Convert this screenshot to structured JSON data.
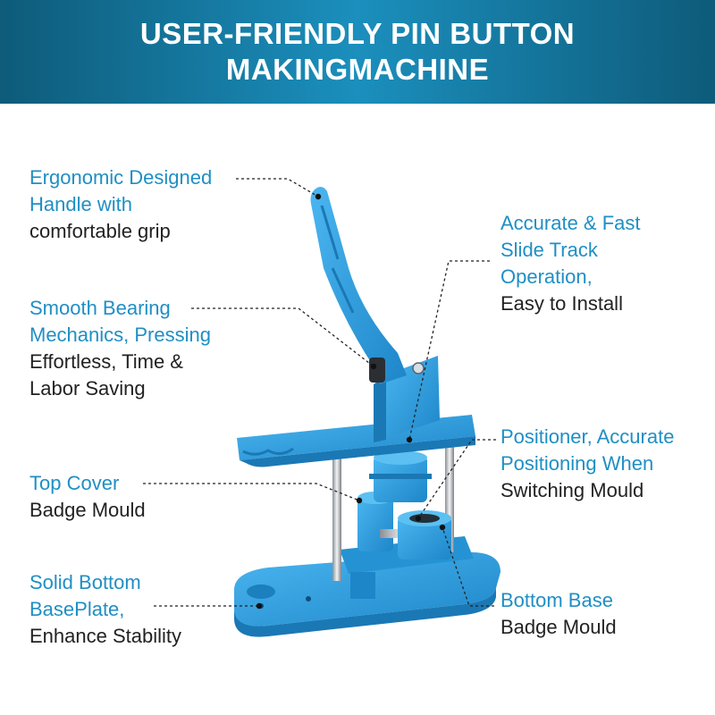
{
  "banner": {
    "line1": "USER-FRIENDLY PIN BUTTON",
    "line2": "MAKINGMACHINE"
  },
  "callouts": {
    "handle": {
      "lines_highlight": [
        "Ergonomic Designed",
        "Handle with"
      ],
      "lines_dark": [
        "comfortable grip"
      ]
    },
    "bearing": {
      "lines_highlight": [
        "Smooth Bearing",
        "Mechanics, Pressing"
      ],
      "lines_dark": [
        "Effortless, Time &",
        "Labor Saving"
      ]
    },
    "top_cover": {
      "lines_highlight": [
        "Top Cover"
      ],
      "lines_dark": [
        "Badge Mould"
      ]
    },
    "base_plate": {
      "lines_highlight": [
        "Solid Bottom",
        "BasePlate,"
      ],
      "lines_dark": [
        "Enhance Stability"
      ]
    },
    "slide_track": {
      "lines_highlight": [
        "Accurate & Fast",
        "Slide Track",
        "Operation,"
      ],
      "lines_dark": [
        "Easy to Install"
      ]
    },
    "positioner": {
      "lines_highlight": [
        "Positioner, Accurate",
        "Positioning When"
      ],
      "lines_dark": [
        "Switching Mould"
      ]
    },
    "bottom_base": {
      "lines_highlight": [
        "Bottom Base"
      ],
      "lines_dark": [
        "Badge Mould"
      ]
    }
  },
  "colors": {
    "banner": "#1b8fbd",
    "highlight_text": "#1f8fc4",
    "dark_text": "#222222",
    "machine_blue": "#2a9fe0"
  }
}
